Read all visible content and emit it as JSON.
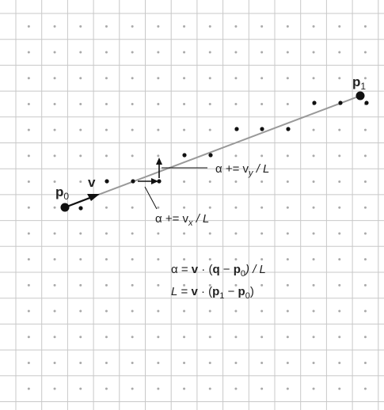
{
  "diagram": {
    "labels": {
      "p0": "p",
      "p0_sub": "0",
      "p1": "p",
      "p1_sub": "1",
      "v": "v",
      "alpha_vy_prefix": "α += v",
      "alpha_vy_sub": "y",
      "alpha_vy_suffix": " / L",
      "alpha_vx_prefix": "α += v",
      "alpha_vx_sub": "x",
      "alpha_vx_suffix": " / L",
      "formula1_alpha": "α = ",
      "formula1_v": "v",
      "formula1_dot": " · (",
      "formula1_q": "q",
      "formula1_minus": " − ",
      "formula1_p": "p",
      "formula1_p_sub": "0",
      "formula1_tail": ") / L",
      "formula2_L": "L",
      "formula2_eq": " = ",
      "formula2_v": "v",
      "formula2_dot": " · (",
      "formula2_p1": "p",
      "formula2_p1_sub": "1",
      "formula2_minus": " − ",
      "formula2_p0": "p",
      "formula2_p0_sub": "0",
      "formula2_tail": ")"
    },
    "colors": {
      "grid": "#c8c8c8",
      "grid_dot": "#aaaaaa",
      "line": "#999999",
      "ink": "#111111"
    }
  }
}
